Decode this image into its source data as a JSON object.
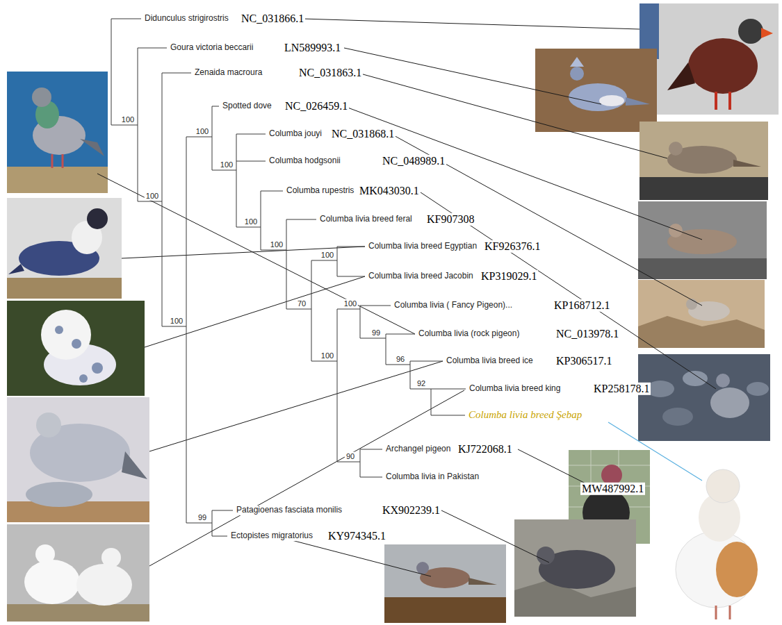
{
  "diagram": {
    "labels": [
      "Didunculus strigirostris",
      "NC_031866.1",
      "Goura victoria beccarii",
      "LN589993.1",
      "Zenaida macroura",
      "NC_031863.1",
      "Spotted dove",
      "NC_026459.1",
      "Columba jouyi",
      "NC_031868.1",
      "Columba hodgsonii",
      "NC_048989.1",
      "Columba rupestris",
      "MK043030.1",
      "Columba livia breed feral",
      "KF907308",
      "Columba livia breed Egyptian",
      "KF926376.1",
      "Columba livia breed Jacobin",
      "KP319029.1",
      "Columba livia ( Fancy Pigeon)...",
      "KP168712.1",
      "Columba livia (rock pigeon)",
      "NC_013978.1",
      "Columba livia breed ice",
      "KP306517.1",
      "Columba livia breed king",
      "KP258178.1",
      "Columba livia breed Şebap",
      "Archangel pigeon",
      "KJ722068.1",
      "Columba livia in Pakistan",
      "MW487992.1",
      "Patagioenas fasciata monilis",
      "KX902239.1",
      "Ectopistes migratorius",
      "KY974345.1",
      "100",
      "100",
      "100",
      "100",
      "100",
      "100",
      "100",
      "70",
      "100",
      "100",
      "100",
      "99",
      "96",
      "92",
      "90",
      "99"
    ]
  }
}
